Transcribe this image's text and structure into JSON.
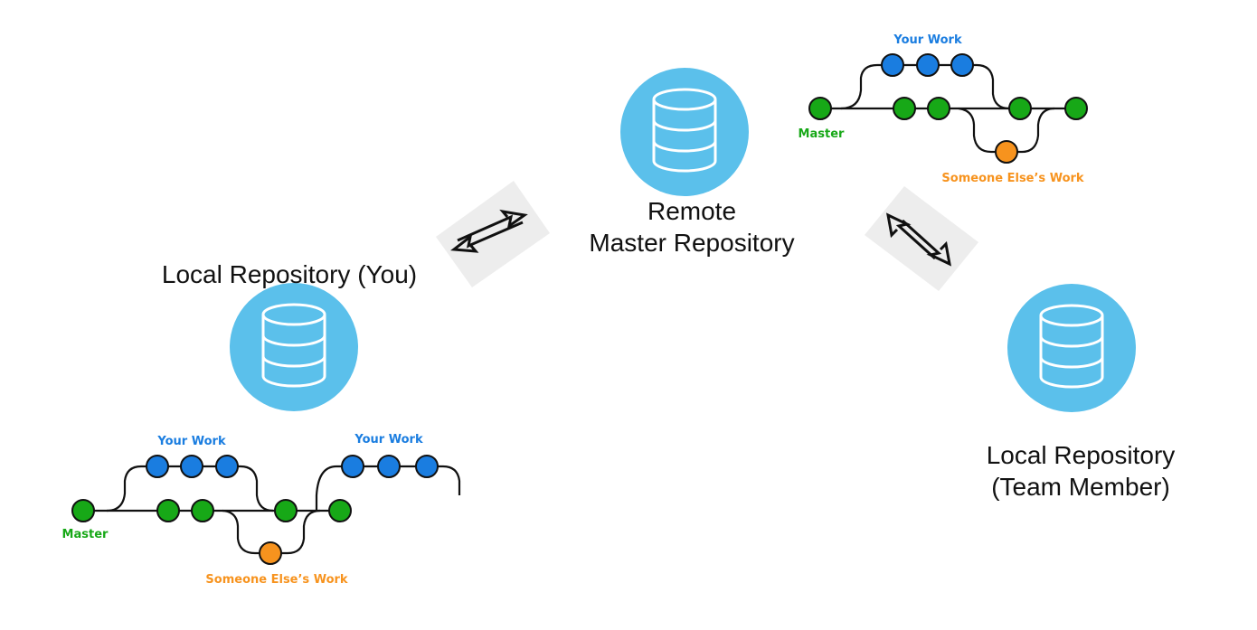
{
  "colors": {
    "db_circle": "#5bc0eb",
    "db_stroke": "#ffffff",
    "commit_green": "#17a817",
    "commit_blue": "#1a7de0",
    "commit_orange": "#f7931e",
    "label_blue": "#1a7de0",
    "label_green": "#17a817",
    "label_orange": "#f7931e",
    "arrow_bg": "#ededed",
    "line": "#111111"
  },
  "remote": {
    "title_line1": "Remote",
    "title_line2": "Master Repository",
    "icon": "database-icon"
  },
  "local_you": {
    "title": "Local Repository (You)",
    "icon": "database-icon"
  },
  "team_member": {
    "title_line1": "Local Repository",
    "title_line2": "(Team Member)",
    "icon": "database-icon"
  },
  "remote_graph": {
    "your_work": "Your Work",
    "master": "Master",
    "someone_else": "Someone Else’s Work"
  },
  "local_graph": {
    "your_work_1": "Your Work",
    "your_work_2": "Your Work",
    "master": "Master",
    "someone_else": "Someone Else’s Work"
  },
  "sync_arrows": {
    "left": "sync-arrows-icon",
    "right": "sync-arrows-icon"
  }
}
